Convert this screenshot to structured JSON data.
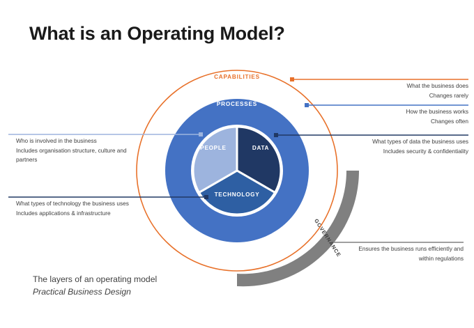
{
  "slide": {
    "title": "What is an Operating Model?",
    "background": "#ffffff"
  },
  "caption": {
    "line1": "The layers of an operating model",
    "line2": "Practical Business Design"
  },
  "diagram": {
    "type": "concentric-onion",
    "rings": [
      {
        "id": "capabilities",
        "label": "CAPABILITIES",
        "color": "#E8712A",
        "style": "outline"
      },
      {
        "id": "processes",
        "label": "PROCESSES",
        "color": "#4472C4",
        "style": "filled"
      }
    ],
    "segments": [
      {
        "id": "people",
        "label": "PEOPLE",
        "color": "#9DB4DE"
      },
      {
        "id": "data",
        "label": "DATA",
        "color": "#203864"
      },
      {
        "id": "technology",
        "label": "TECHNOLOGY",
        "color": "#2E5FA3"
      }
    ],
    "arc": {
      "id": "governance",
      "label": "GOVERNANCE",
      "color": "#808080"
    }
  },
  "annotations": [
    {
      "id": "capabilities",
      "side": "right",
      "line_color": "#E8712A",
      "lines": [
        "What the business does",
        "Changes rarely"
      ]
    },
    {
      "id": "processes",
      "side": "right",
      "line_color": "#4472C4",
      "lines": [
        "How the business works",
        "Changes often"
      ]
    },
    {
      "id": "data",
      "side": "right",
      "line_color": "#203864",
      "lines": [
        "What types of data the business uses",
        "Includes security & confidentiality"
      ]
    },
    {
      "id": "governance",
      "side": "right",
      "line_color": "#808080",
      "lines": [
        "Ensures the business runs efficiently and",
        "within regulations"
      ]
    },
    {
      "id": "people",
      "side": "left",
      "line_color": "#9DB4DE",
      "lines": [
        "Who is involved in the business",
        "Includes organisation structure, culture and",
        "partners"
      ]
    },
    {
      "id": "technology",
      "side": "left",
      "line_color": "#203864",
      "lines": [
        "What types of technology the business uses",
        "Includes applications & infrastructure"
      ]
    }
  ]
}
